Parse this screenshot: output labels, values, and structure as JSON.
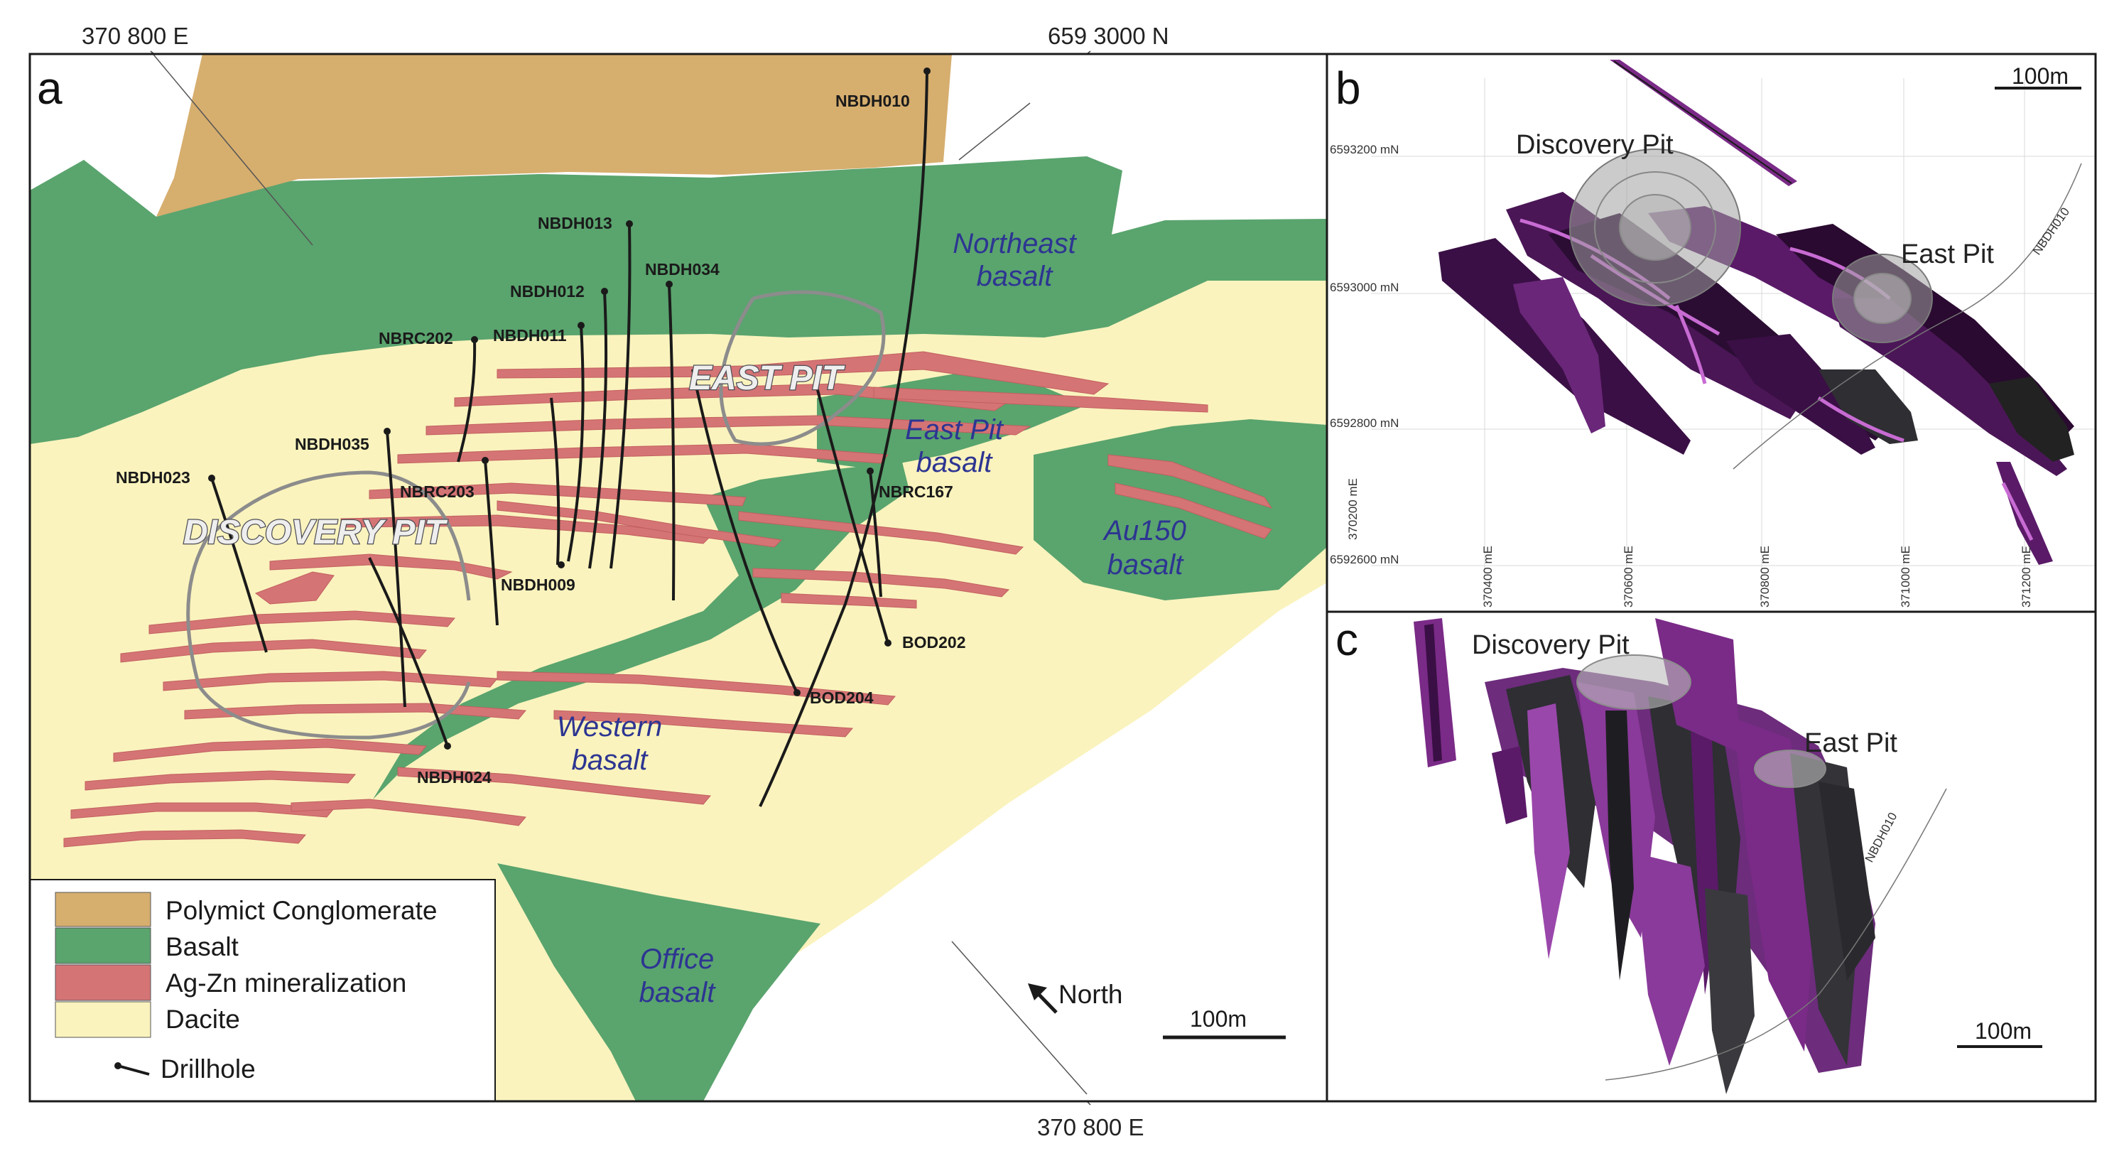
{
  "coords_outer": {
    "top_left": "370 800 E",
    "top_center": "659 3000 N",
    "bottom": "370 800 E"
  },
  "panel_a": {
    "label": "a",
    "drillholes": [
      "NBDH010",
      "NBDH013",
      "NBDH034",
      "NBDH012",
      "NBDH011",
      "NBRC202",
      "NBDH035",
      "NBDH023",
      "NBRC203",
      "NBDH009",
      "NBRC167",
      "BOD202",
      "BOD204",
      "NBDH024"
    ],
    "pits": {
      "east": "EAST PIT",
      "discovery": "DISCOVERY PIT"
    },
    "units": {
      "northeast": [
        "Northeast",
        "basalt"
      ],
      "eastpit": [
        "East Pit",
        "basalt"
      ],
      "au150": [
        "Au150",
        "basalt"
      ],
      "western": [
        "Western",
        "basalt"
      ],
      "office": [
        "Office",
        "basalt"
      ]
    },
    "north_label": "North",
    "scale_label": "100m",
    "legend": [
      {
        "label": "Polymict Conglomerate",
        "color": "#d6ae6e"
      },
      {
        "label": "Basalt",
        "color": "#5aa46e"
      },
      {
        "label": "Ag-Zn mineralization",
        "color": "#d57475"
      },
      {
        "label": "Dacite",
        "color": "#faf3bd"
      }
    ],
    "legend_drillhole": "Drillhole"
  },
  "panel_b": {
    "label": "b",
    "scale_label": "100m",
    "discovery_pit": "Discovery Pit",
    "east_pit": "East Pit",
    "drillhole": "NBDH010",
    "northings": [
      "6593200 mN",
      "6593000 mN",
      "6592800 mN",
      "6592600 mN"
    ],
    "eastings": [
      "370200 mE",
      "370400 mE",
      "370600 mE",
      "370800 mE",
      "371000 mE",
      "371200 mE"
    ]
  },
  "panel_c": {
    "label": "c",
    "scale_label": "100m",
    "discovery_pit": "Discovery Pit",
    "east_pit": "East Pit",
    "drillhole": "NBDH010"
  }
}
